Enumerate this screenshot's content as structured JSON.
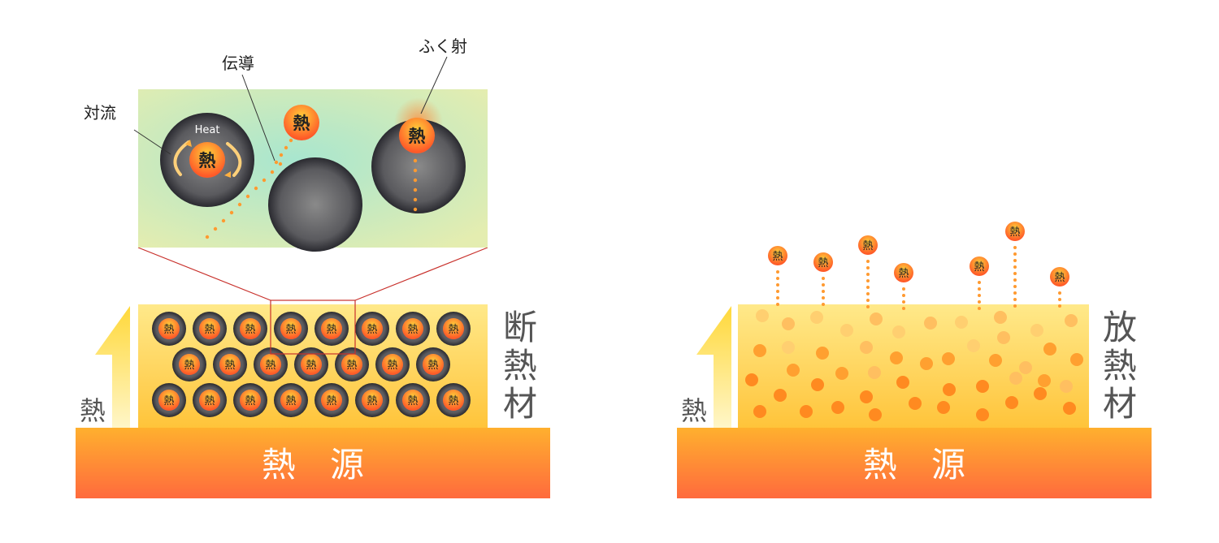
{
  "insulation": {
    "callouts": {
      "convection": "対流",
      "conduction": "伝導",
      "radiation": "ふく射"
    },
    "heat_caption": "Heat",
    "heat_char": "熱",
    "heat_arrow_label": "熱",
    "material_label": [
      "断",
      "熱",
      "材"
    ],
    "source_label": "熱　源"
  },
  "dissipation": {
    "heat_char": "熱",
    "heat_arrow_label": "熱",
    "material_label": [
      "放",
      "熱",
      "材"
    ],
    "source_label": "熱　源"
  },
  "colors": {
    "source_top": "#ffb02e",
    "source_bottom": "#ff6a3d",
    "material_top": "#ffe98a",
    "material_bottom": "#ffc43a",
    "heat_ball_outer": "#ff6a2a",
    "heat_ball_inner": "#ffd23a",
    "zoom_frame": "#c8302b",
    "label_gray": "#555555"
  },
  "icons": [
    "heat-ball",
    "dark-particle",
    "curved-arrow",
    "up-arrow"
  ]
}
